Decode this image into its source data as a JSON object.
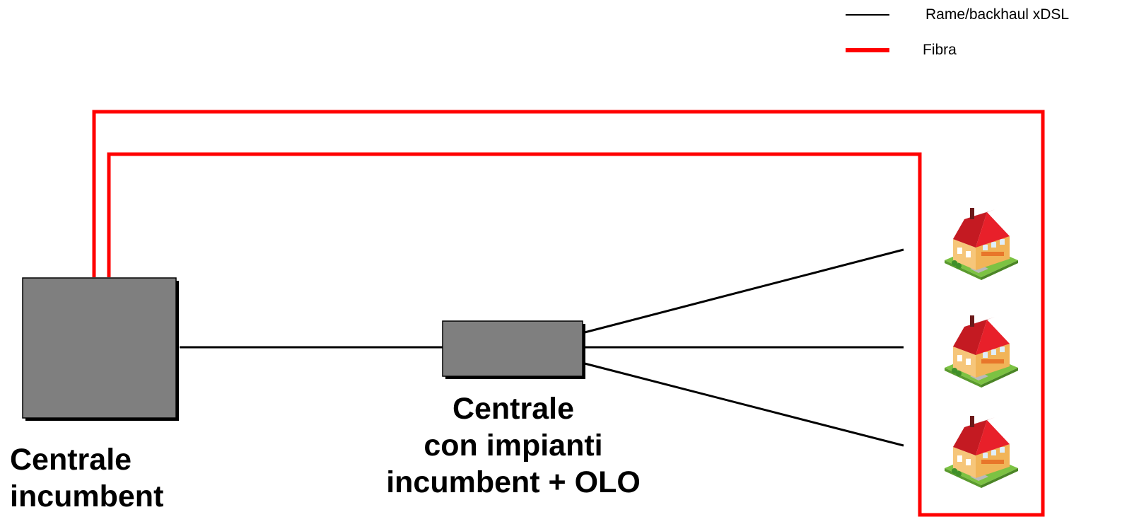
{
  "legend": {
    "copper_label": "Rame/backhaul xDSL",
    "fiber_label": "Fibra",
    "copper_color": "#000000",
    "fiber_color": "#ff0000"
  },
  "labels": {
    "incumbent_line1": "Centrale",
    "incumbent_line2": "incumbent",
    "olo_line1": "Centrale",
    "olo_line2": "con impianti",
    "olo_line3": "incumbent + OLO"
  },
  "colors": {
    "box_fill": "#7f7f7f",
    "roof": "#e8202a",
    "wall": "#f6c67a",
    "lawn": "#7cc243"
  },
  "icons": [
    "house-icon",
    "house-icon",
    "house-icon"
  ]
}
